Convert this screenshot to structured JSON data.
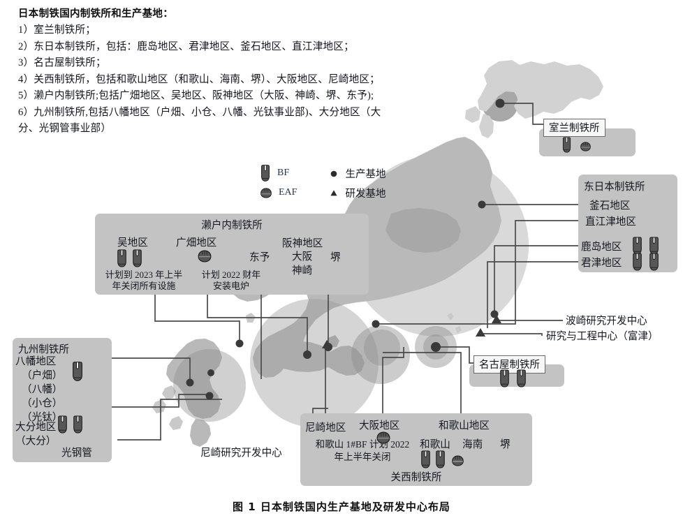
{
  "header": {
    "title": "日本制铁国内制铁所和生产基地：",
    "lines": [
      "1）室兰制铁所；",
      "2）东日本制铁所，包括：鹿岛地区、君津地区、釜石地区、直江津地区；",
      "3）名古屋制铁所；",
      "4）关西制铁所，包括和歌山地区（和歌山、海南、堺）、大阪地区、尼崎地区；",
      "5）濑户内制铁所;包括广畑地区、吴地区、阪神地区（大阪、神崎、堺、东予);",
      "6）九州制铁所,包括八幡地区（户畑、小仓、八幡、光钛事业部)、大分地区（大",
      "分、光钢管事业部）"
    ]
  },
  "legend": {
    "facility": [
      {
        "icon": "blast-furnace-icon",
        "label": "BF"
      },
      {
        "icon": "electric-arc-furnace-icon",
        "label": "EAF"
      }
    ],
    "markers": [
      {
        "icon": "dot-marker-icon",
        "label": "生产基地"
      },
      {
        "icon": "triangle-marker-icon",
        "label": "研发基地"
      }
    ]
  },
  "boxes": {
    "muroran": {
      "title": "室兰制铁所",
      "furnaces": [
        "BF",
        "EAF"
      ]
    },
    "east_japan": {
      "title": "东日本制铁所",
      "rows": [
        {
          "label": "釜石地区",
          "furnaces": []
        },
        {
          "label": "直江津地区",
          "furnaces": []
        },
        {
          "label": "鹿岛地区",
          "furnaces": [
            "BF",
            "BF"
          ]
        },
        {
          "label": "君津地区",
          "furnaces": [
            "BF",
            "BF"
          ]
        }
      ]
    },
    "setouchi": {
      "title": "濑户内制铁所",
      "groups": [
        {
          "label": "吴地区",
          "furnaces": [
            "BF",
            "BF"
          ],
          "note": "计划到 2023 年上半\n年关闭所有设施"
        },
        {
          "label": "广畑地区",
          "furnaces": [
            "EAF"
          ],
          "note": "计划 2022 财年\n安装电炉"
        },
        {
          "label": "东予",
          "furnaces": [],
          "note": ""
        },
        {
          "label": "阪神地区",
          "sub": [
            "大阪",
            "神崎"
          ],
          "furnaces": [],
          "note": ""
        },
        {
          "label": "堺",
          "furnaces": [],
          "note": ""
        }
      ]
    },
    "kyushu": {
      "title": "九州制铁所",
      "rows": [
        {
          "label": "八幡地区",
          "furnaces": []
        },
        {
          "label": "（户畑）",
          "furnaces": [
            "BF"
          ]
        },
        {
          "label": "（八幡）",
          "furnaces": []
        },
        {
          "label": "（小仓）",
          "furnaces": []
        },
        {
          "label": "（光钛）",
          "furnaces": []
        },
        {
          "label": "大分地区",
          "furnaces": [
            "BF",
            "BF"
          ]
        },
        {
          "label": "（大分）",
          "furnaces": []
        },
        {
          "label": "光钢管",
          "furnaces": []
        }
      ]
    },
    "nagoya": {
      "title": "名古屋制铁所",
      "furnaces": [
        "BF",
        "BF"
      ]
    },
    "kansai": {
      "title": "关西制铁所",
      "amagasaki_label": "尼崎地区",
      "osaka_label": "大阪地区",
      "osaka_furnaces": [
        "EAF"
      ],
      "wakayama_area_label": "和歌山地区",
      "wakayama_sites": [
        {
          "label": "和歌山",
          "furnaces": [
            "BF",
            "BF"
          ]
        },
        {
          "label": "海南",
          "furnaces": []
        },
        {
          "label": "堺",
          "furnaces": [
            "EAF"
          ]
        }
      ],
      "note": "和歌山 1#BF 计划 2022\n年上半年关闭"
    }
  },
  "rnd_labels": {
    "hasaki": "波崎研究开发中心",
    "futtsu": "研究与工程中心（富津）",
    "amagasaki": "尼崎研究开发中心"
  },
  "caption": "图 1   日本制铁国内生产基地及研发中心布局",
  "colors": {
    "map_light": "#d2d2d2",
    "map_mid": "#b9b9b9",
    "map_dark": "#9a9a9a",
    "halo_light": "#d9d9d9",
    "halo_dark": "#a8a8a8",
    "box_fill": "#c3c3c3",
    "leader": "#4a4a4a",
    "marker": "#3a3a3a",
    "furnace": "#555555"
  }
}
